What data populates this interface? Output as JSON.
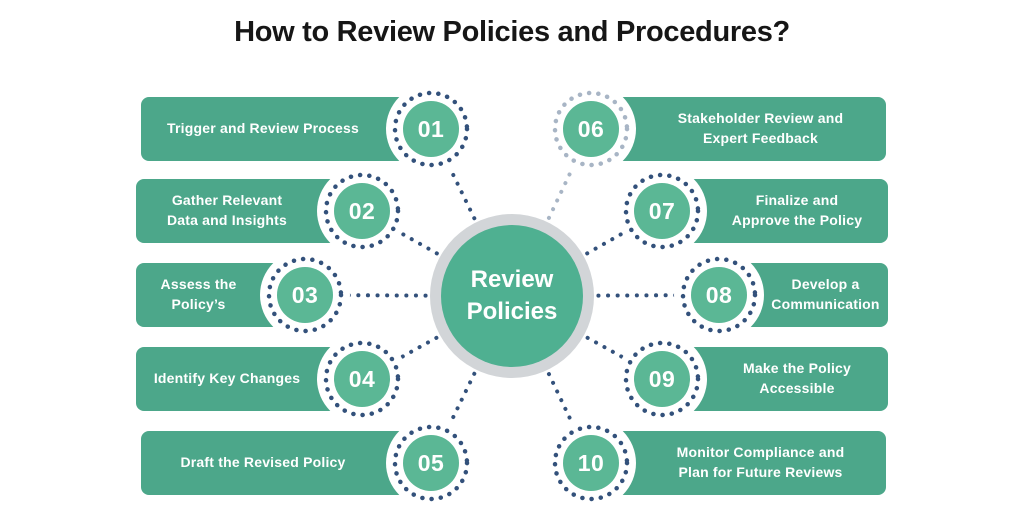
{
  "title": "How to Review Policies and Procedures?",
  "center": {
    "label": "Review\nPolicies"
  },
  "items": [
    {
      "number": "01",
      "label": "Trigger and Review Process",
      "side": "left"
    },
    {
      "number": "02",
      "label": "Gather Relevant\nData and Insights",
      "side": "left"
    },
    {
      "number": "03",
      "label": "Assess the\nPolicy’s",
      "side": "left"
    },
    {
      "number": "04",
      "label": "Identify Key Changes",
      "side": "left"
    },
    {
      "number": "05",
      "label": "Draft the Revised Policy",
      "side": "left"
    },
    {
      "number": "06",
      "label": "Stakeholder Review and\nExpert Feedback",
      "side": "right"
    },
    {
      "number": "07",
      "label": "Finalize and\nApprove the Policy",
      "side": "right"
    },
    {
      "number": "08",
      "label": "Develop a\nCommunication",
      "side": "right"
    },
    {
      "number": "09",
      "label": "Make the Policy\nAccessible",
      "side": "right"
    },
    {
      "number": "10",
      "label": "Monitor Compliance and\nPlan for Future Reviews",
      "side": "right"
    }
  ],
  "colors": {
    "bar_green": "#4ca78a",
    "badge_green": "#5bb795",
    "center_green": "#4fb091",
    "navy_dots": "#33517b",
    "light_dots": "#a8b5c5",
    "center_ring_gray": "#d2d5d8",
    "title_text": "#161616",
    "label_text": "#ffffff"
  }
}
